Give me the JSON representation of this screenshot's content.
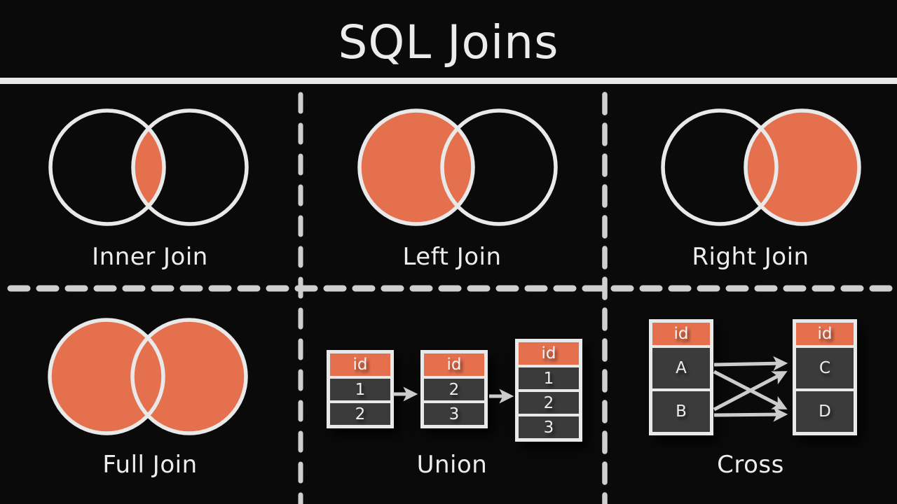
{
  "title": "SQL Joins",
  "theme": {
    "background": "#0a0a0a",
    "accent_orange": "#e5704e",
    "divider_white": "#e9e9e9",
    "dash_gray": "#cfcfcf",
    "cell_dark": "#3b3b3b",
    "text_light": "#ededed"
  },
  "cells": {
    "inner": {
      "label": "Inner Join",
      "venn": "intersection filled"
    },
    "left": {
      "label": "Left Join",
      "venn": "left circle filled"
    },
    "right": {
      "label": "Right Join",
      "venn": "right circle filled"
    },
    "full": {
      "label": "Full Join",
      "venn": "both circles filled"
    },
    "union": {
      "label": "Union",
      "tables": [
        {
          "header": "id",
          "rows": [
            "1",
            "2"
          ]
        },
        {
          "header": "id",
          "rows": [
            "2",
            "3"
          ]
        },
        {
          "header": "id",
          "rows": [
            "1",
            "2",
            "3"
          ]
        }
      ]
    },
    "cross": {
      "label": "Cross",
      "tables": [
        {
          "header": "id",
          "rows": [
            "A",
            "B"
          ]
        },
        {
          "header": "id",
          "rows": [
            "C",
            "D"
          ]
        }
      ]
    }
  }
}
